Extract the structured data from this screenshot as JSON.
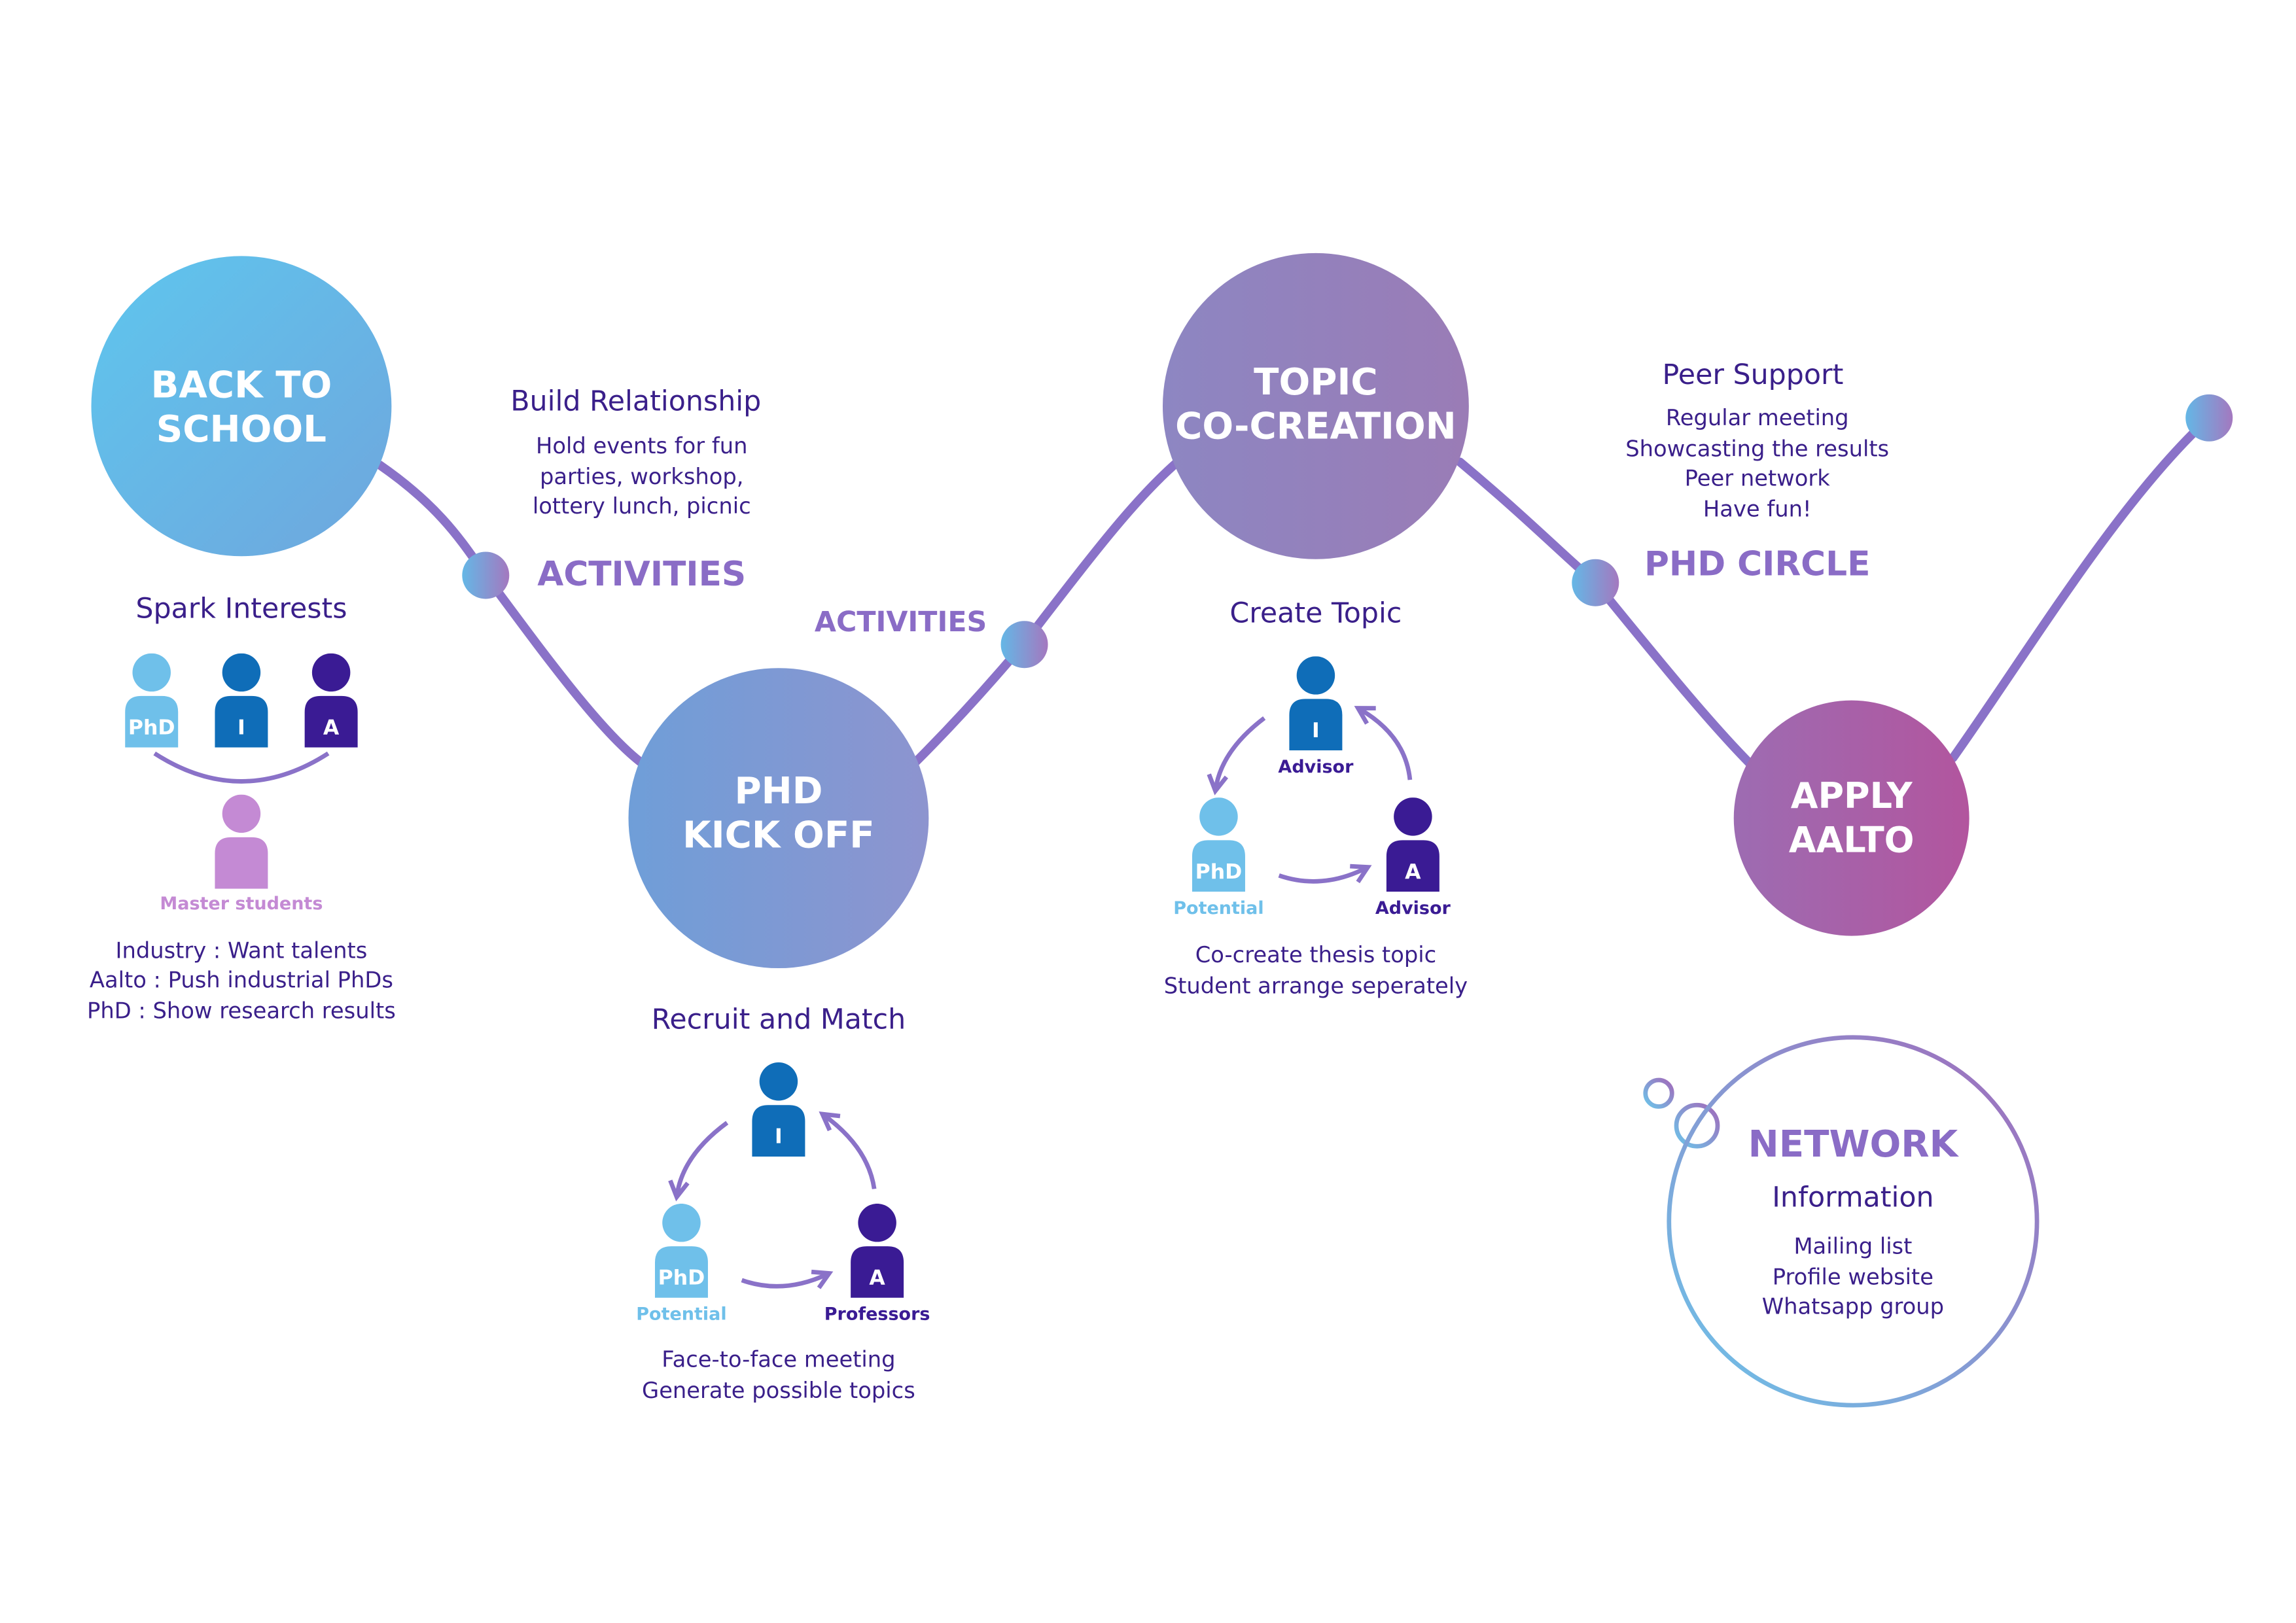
{
  "colors": {
    "text_dark": "#3a1f8a",
    "accent_violet": "#8a6cc6",
    "curve": "#8a72c8",
    "light_blue": "#6fc0ea",
    "mid_blue": "#0f6db8",
    "navy": "#3a1b94",
    "pink": "#c48ad4",
    "magenta": "#b05a9c"
  },
  "stages": [
    {
      "line1": "BACK TO",
      "line2": "SCHOOL"
    },
    {
      "line1": "PHD",
      "line2": "KICK OFF"
    },
    {
      "line1": "TOPIC",
      "line2": "CO-CREATION"
    },
    {
      "line1": "APPLY",
      "line2": "AALTO"
    }
  ],
  "back_to_school": {
    "heading": "Spark Interests",
    "role_phd": "PhD",
    "role_industry": "I",
    "role_aalto": "A",
    "master_label": "Master students",
    "lines": [
      "Industry : Want talents",
      "Aalto : Push industrial PhDs",
      "PhD : Show research results"
    ]
  },
  "activities_1": {
    "title": "Build Relationship",
    "lines": [
      "Hold events for fun",
      "parties, workshop,",
      "lottery lunch, picnic"
    ],
    "tag": "ACTIVITIES"
  },
  "activities_2": {
    "tag": "ACTIVITIES"
  },
  "recruit": {
    "heading": "Recruit and Match",
    "role_industry": "I",
    "role_phd": "PhD",
    "role_aalto": "A",
    "potential_label": "Potential",
    "professors_label": "Professors",
    "lines": [
      "Face-to-face meeting",
      "Generate possible topics"
    ]
  },
  "create_topic": {
    "heading": "Create Topic",
    "role_industry": "I",
    "role_phd": "PhD",
    "role_aalto": "A",
    "industry_label": "Advisor",
    "potential_label": "Potential",
    "aalto_label": "Advisor",
    "lines": [
      "Co-create thesis topic",
      "Student arrange seperately"
    ]
  },
  "phd_circle": {
    "title": "Peer Support",
    "lines": [
      "Regular meeting",
      "Showcasting the results",
      "Peer network",
      "Have fun!"
    ],
    "tag": "PHD CIRCLE"
  },
  "network": {
    "title": "NETWORK",
    "subtitle": "Information",
    "lines": [
      "Mailing list",
      "Profile website",
      "Whatsapp group"
    ]
  }
}
